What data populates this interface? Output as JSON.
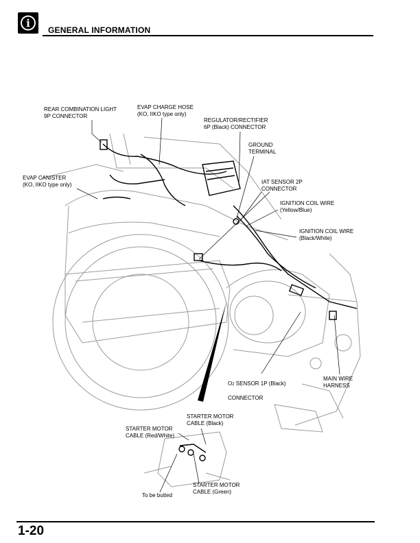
{
  "header": {
    "title": "GENERAL INFORMATION",
    "icon": "info-icon"
  },
  "diagram": {
    "callouts": {
      "rear_combination_light": "REAR COMBINATION LIGHT\n9P CONNECTOR",
      "evap_charge_hose": "EVAP CHARGE HOSE\n(KO, IIKO type only)",
      "regulator_rectifier": "REGULATOR/RECTIFIER\n6P (Black) CONNECTOR",
      "ground_terminal": "GROUND\nTERMINAL",
      "evap_canister": "EVAP CANISTER\n(KO, IIKO type only)",
      "iat_sensor": "IAT SENSOR 2P\nCONNECTOR",
      "ignition_coil_yellow": "IGNITION COIL WIRE\n(Yellow/Blue)",
      "ignition_coil_black": "IGNITION COIL WIRE\n(Black/White)",
      "o2_sensor_prefix": "O",
      "o2_sensor_sub": "2",
      "o2_sensor_rest": " SENSOR 1P (Black)",
      "o2_sensor_line2": "CONNECTOR",
      "main_wire_harness": "MAIN WIRE\nHARNESS",
      "starter_cable_black": "STARTER MOTOR\nCABLE (Black)",
      "starter_cable_red_white": "STARTER MOTOR\nCABLE (Red/White)",
      "starter_cable_green": "STARTER MOTOR\nCABLE (Green)",
      "to_be_butted": "To be butted"
    }
  },
  "footer": {
    "page_number": "1-20"
  }
}
